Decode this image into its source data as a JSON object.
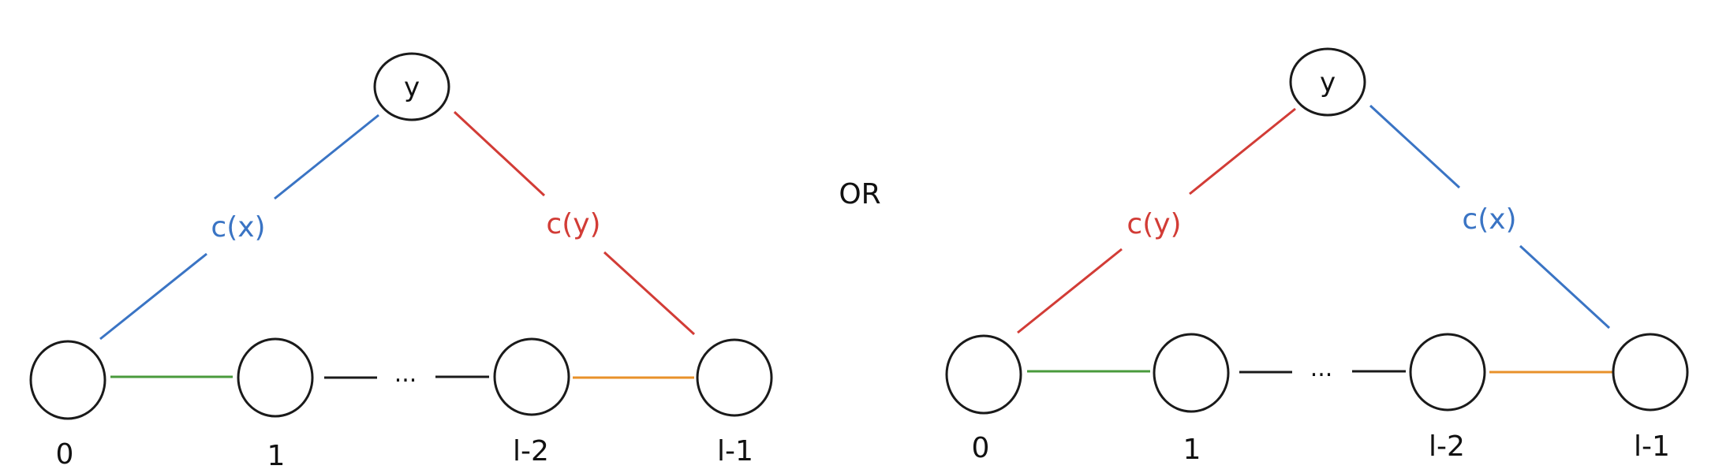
{
  "colors": {
    "blue": "#3a74c4",
    "red": "#d23c36",
    "green": "#4a9a3c",
    "orange": "#e8912a",
    "black": "#1a1a1a"
  },
  "separator": "OR",
  "left": {
    "top_node": "y",
    "side_left_label": "c(x)",
    "side_left_color": "blue",
    "side_right_label": "c(y)",
    "side_right_color": "red",
    "chain_labels": [
      "0",
      "1",
      "l-2",
      "l-1"
    ],
    "ellipsis": "..."
  },
  "right": {
    "top_node": "y",
    "side_left_label": "c(y)",
    "side_left_color": "red",
    "side_right_label": "c(x)",
    "side_right_color": "blue",
    "chain_labels": [
      "0",
      "1",
      "l-2",
      "l-1"
    ],
    "ellipsis": "..."
  }
}
